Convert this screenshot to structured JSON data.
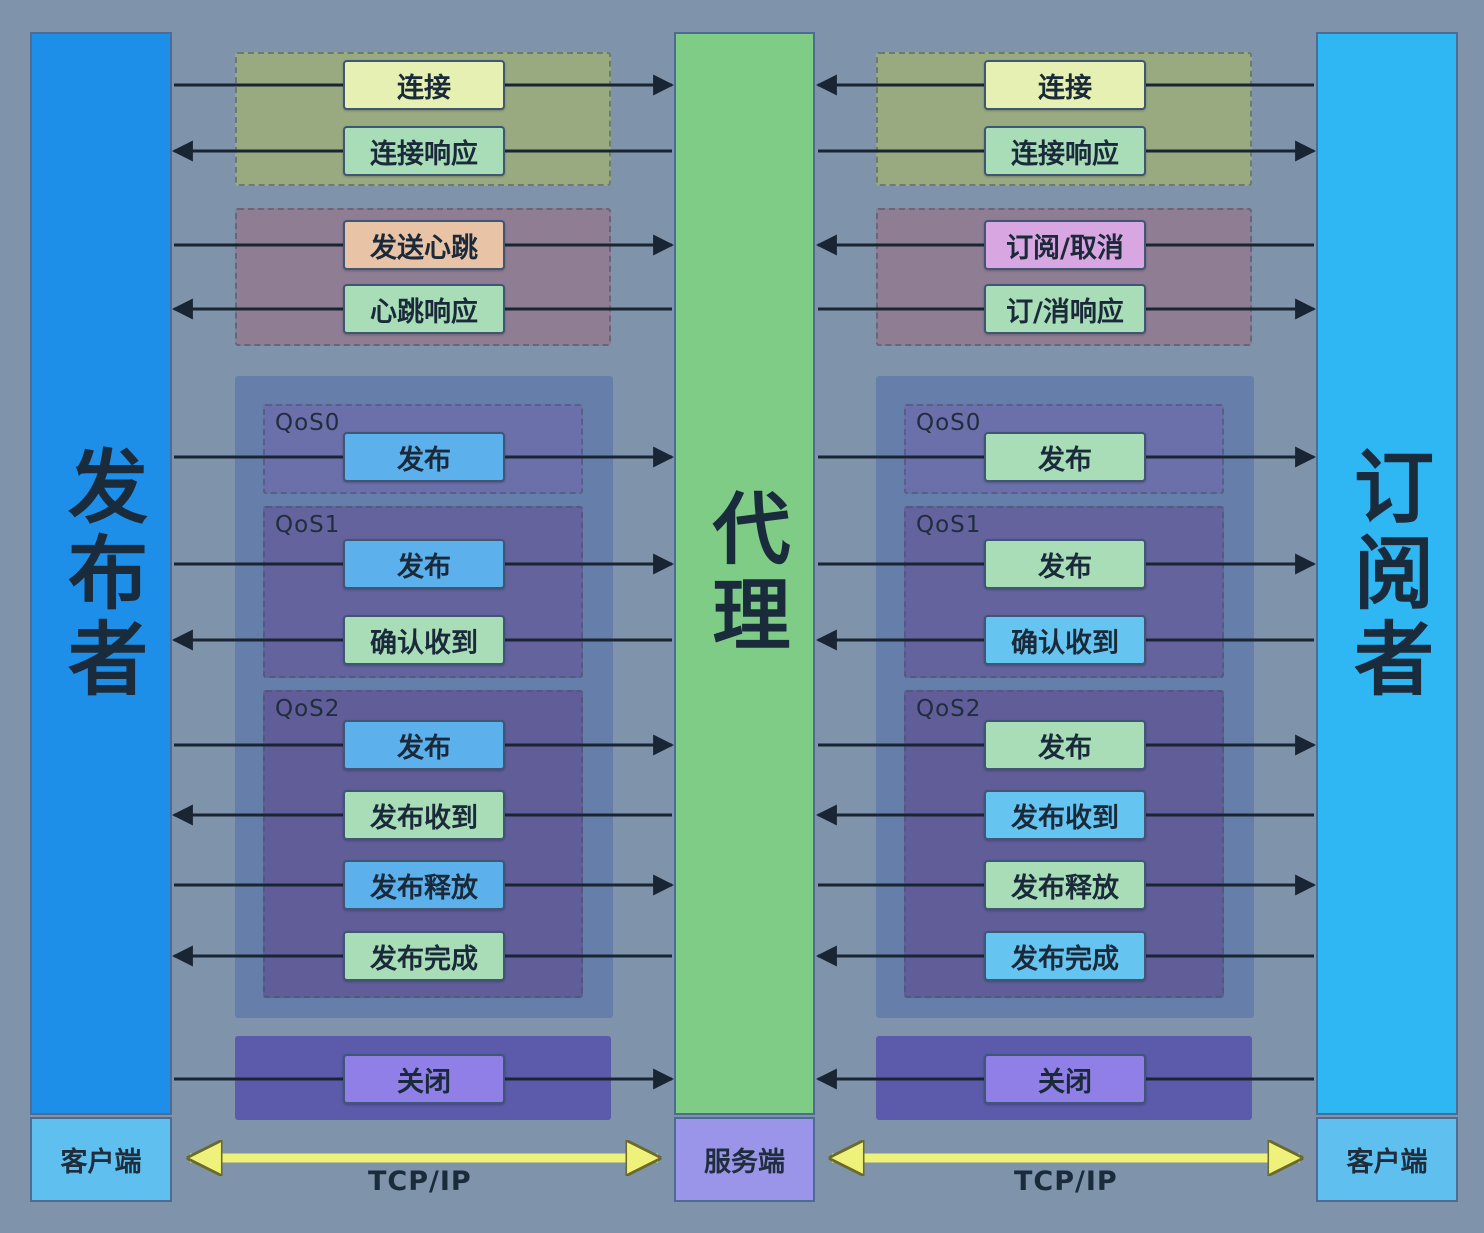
{
  "publisher": {
    "title": "发布者",
    "footer": "客户端"
  },
  "broker": {
    "title": "代理",
    "footer": "服务端"
  },
  "subscriber": {
    "title": "订阅者",
    "footer": "客户端"
  },
  "links": {
    "left": "TCP/IP",
    "right": "TCP/IP"
  },
  "colors": {
    "publisher": "#1e8fe8",
    "subscriber": "#2fb7f4",
    "broker": "#7fcc86",
    "footer": "#5fc0ef",
    "broker_footer": "#9a95e8",
    "msg_yellow": "#e6f0b2",
    "msg_green": "#a8ddb8",
    "msg_peach": "#e8c3a6",
    "msg_pink": "#d8a6e0",
    "msg_blue": "#5cb1ec",
    "msg_purple": "#8f7fe6",
    "msg_cyan": "#66c4f0",
    "tcp_arrow": "#eef27a"
  },
  "left_groups": [
    {
      "key": "conn",
      "messages": [
        {
          "label": "连接",
          "dir": "right",
          "color": "msg_yellow"
        },
        {
          "label": "连接响应",
          "dir": "left",
          "color": "msg_green"
        }
      ]
    },
    {
      "key": "heart",
      "messages": [
        {
          "label": "发送心跳",
          "dir": "right",
          "color": "msg_peach"
        },
        {
          "label": "心跳响应",
          "dir": "left",
          "color": "msg_green"
        }
      ]
    },
    {
      "key": "qos0",
      "qos_label": "QoS0",
      "messages": [
        {
          "label": "发布",
          "dir": "right",
          "color": "msg_blue"
        }
      ]
    },
    {
      "key": "qos1",
      "qos_label": "QoS1",
      "messages": [
        {
          "label": "发布",
          "dir": "right",
          "color": "msg_blue"
        },
        {
          "label": "确认收到",
          "dir": "left",
          "color": "msg_green"
        }
      ]
    },
    {
      "key": "qos2",
      "qos_label": "QoS2",
      "messages": [
        {
          "label": "发布",
          "dir": "right",
          "color": "msg_blue"
        },
        {
          "label": "发布收到",
          "dir": "left",
          "color": "msg_green"
        },
        {
          "label": "发布释放",
          "dir": "right",
          "color": "msg_blue"
        },
        {
          "label": "发布完成",
          "dir": "left",
          "color": "msg_green"
        }
      ]
    },
    {
      "key": "close",
      "messages": [
        {
          "label": "关闭",
          "dir": "right",
          "color": "msg_purple"
        }
      ]
    }
  ],
  "right_groups": [
    {
      "key": "conn",
      "messages": [
        {
          "label": "连接",
          "dir": "left",
          "color": "msg_yellow"
        },
        {
          "label": "连接响应",
          "dir": "right",
          "color": "msg_green"
        }
      ]
    },
    {
      "key": "sub",
      "messages": [
        {
          "label": "订阅/取消",
          "dir": "left",
          "color": "msg_pink"
        },
        {
          "label": "订/消响应",
          "dir": "right",
          "color": "msg_green"
        }
      ]
    },
    {
      "key": "qos0",
      "qos_label": "QoS0",
      "messages": [
        {
          "label": "发布",
          "dir": "right",
          "color": "msg_green"
        }
      ]
    },
    {
      "key": "qos1",
      "qos_label": "QoS1",
      "messages": [
        {
          "label": "发布",
          "dir": "right",
          "color": "msg_green"
        },
        {
          "label": "确认收到",
          "dir": "left",
          "color": "msg_cyan"
        }
      ]
    },
    {
      "key": "qos2",
      "qos_label": "QoS2",
      "messages": [
        {
          "label": "发布",
          "dir": "right",
          "color": "msg_green"
        },
        {
          "label": "发布收到",
          "dir": "left",
          "color": "msg_cyan"
        },
        {
          "label": "发布释放",
          "dir": "right",
          "color": "msg_green"
        },
        {
          "label": "发布完成",
          "dir": "left",
          "color": "msg_cyan"
        }
      ]
    },
    {
      "key": "close",
      "messages": [
        {
          "label": "关闭",
          "dir": "left",
          "color": "msg_purple"
        }
      ]
    }
  ]
}
